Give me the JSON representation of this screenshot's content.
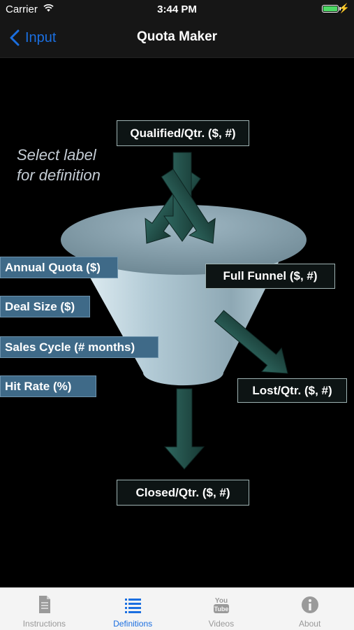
{
  "status_bar": {
    "carrier": "Carrier",
    "time": "3:44 PM"
  },
  "nav": {
    "back_label": "Input",
    "title": "Quota Maker"
  },
  "diagram": {
    "hint": "Select label for definition",
    "boxes": {
      "qualified": "Qualified/Qtr. ($, #)",
      "full_funnel": "Full Funnel ($, #)",
      "lost": "Lost/Qtr. ($, #)",
      "closed": "Closed/Qtr. ($, #)",
      "annual_quota": "Annual Quota ($)",
      "deal_size": "Deal Size ($)",
      "sales_cycle": "Sales Cycle (# months)",
      "hit_rate": "Hit Rate (%)"
    },
    "colors": {
      "arrow": "#1e4a44",
      "funnel": "#b8d0da",
      "label_box": "#3f6a88"
    }
  },
  "tab_bar": {
    "tabs": [
      {
        "label": "Instructions",
        "icon": "document-icon",
        "active": false
      },
      {
        "label": "Definitions",
        "icon": "list-icon",
        "active": true
      },
      {
        "label": "Videos",
        "icon": "youtube-icon",
        "active": false
      },
      {
        "label": "About",
        "icon": "info-icon",
        "active": false
      }
    ]
  }
}
